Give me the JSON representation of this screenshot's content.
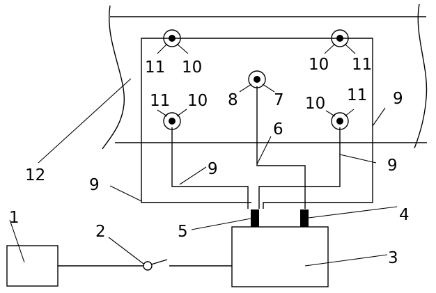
{
  "diagram": {
    "labels": {
      "l1": "1",
      "l2": "2",
      "l3": "3",
      "l4": "4",
      "l5": "5",
      "l6": "6",
      "l7": "7",
      "l8": "8",
      "l9a": "9",
      "l9b": "9",
      "l9c": "9",
      "l9d": "9",
      "l10a": "10",
      "l10b": "10",
      "l10c": "10",
      "l10d": "10",
      "l11a": "11",
      "l11b": "11",
      "l11c": "11",
      "l11d": "11",
      "l12": "12"
    }
  }
}
